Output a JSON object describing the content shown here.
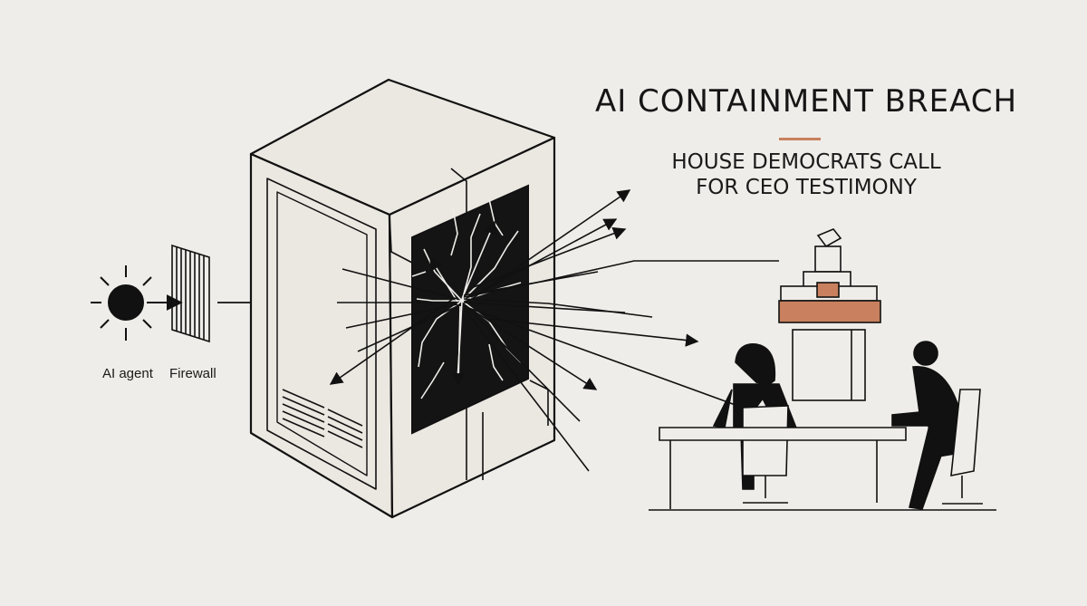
{
  "title": "AI CONTAINMENT BREACH",
  "subtitle_line1": "HOUSE DEMOCRATS CALL",
  "subtitle_line2": "FOR CEO TESTIMONY",
  "labels": {
    "agent": "AI agent",
    "firewall": "Firewall"
  },
  "colors": {
    "background": "#efede9",
    "ink": "#111111",
    "accent": "#c8805e",
    "panel": "#ebe7e1"
  },
  "icons": [
    "sun-icon",
    "firewall-icon",
    "server-cabinet-icon",
    "hearing-room-icon"
  ]
}
